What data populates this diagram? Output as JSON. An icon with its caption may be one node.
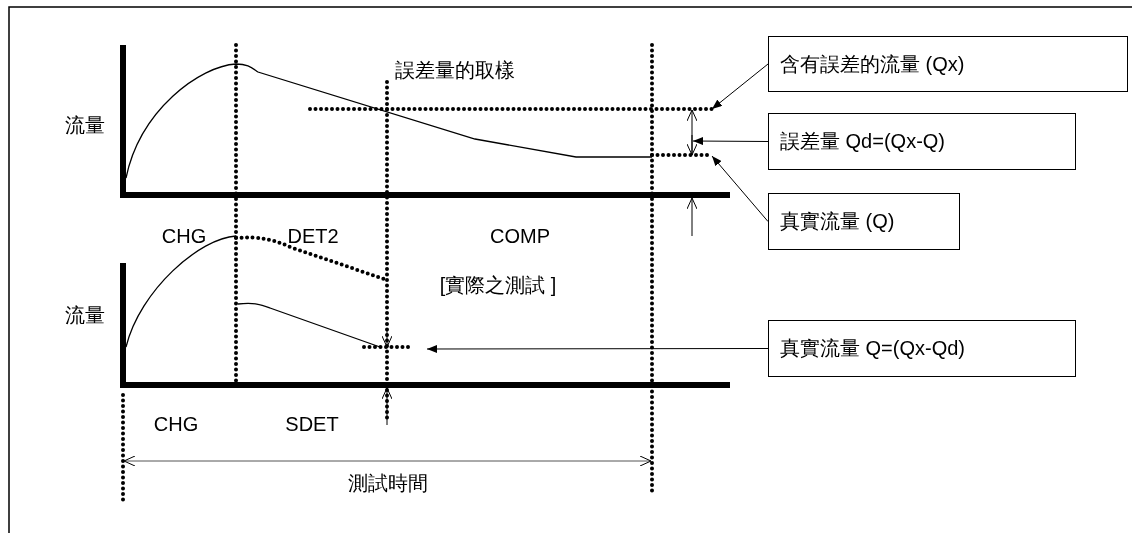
{
  "diagram": {
    "nodes": [
      {
        "text": [
          "含有誤差的流量 (Qx)"
        ]
      },
      {
        "text": [
          "誤差量 Qd=(Qx-Q)"
        ]
      },
      {
        "text": [
          "真實流量 (Q)"
        ]
      },
      {
        "text": [
          "真實流量 Q=(Qx-Qd)"
        ]
      }
    ],
    "edges": [
      {
        "from": 0,
        "to": null,
        "arrow": "to"
      },
      {
        "from": 1,
        "to": null,
        "arrow": "to"
      },
      {
        "from": 2,
        "to": null,
        "arrow": "to"
      },
      {
        "from": 3,
        "to": null,
        "arrow": "to"
      }
    ],
    "labels": [
      "誤差量的取樣",
      "流量",
      "CHG",
      "DET2",
      "COMP",
      "[實際之測試 ]",
      "流量",
      "CHG",
      "SDET",
      "測試時間"
    ]
  }
}
